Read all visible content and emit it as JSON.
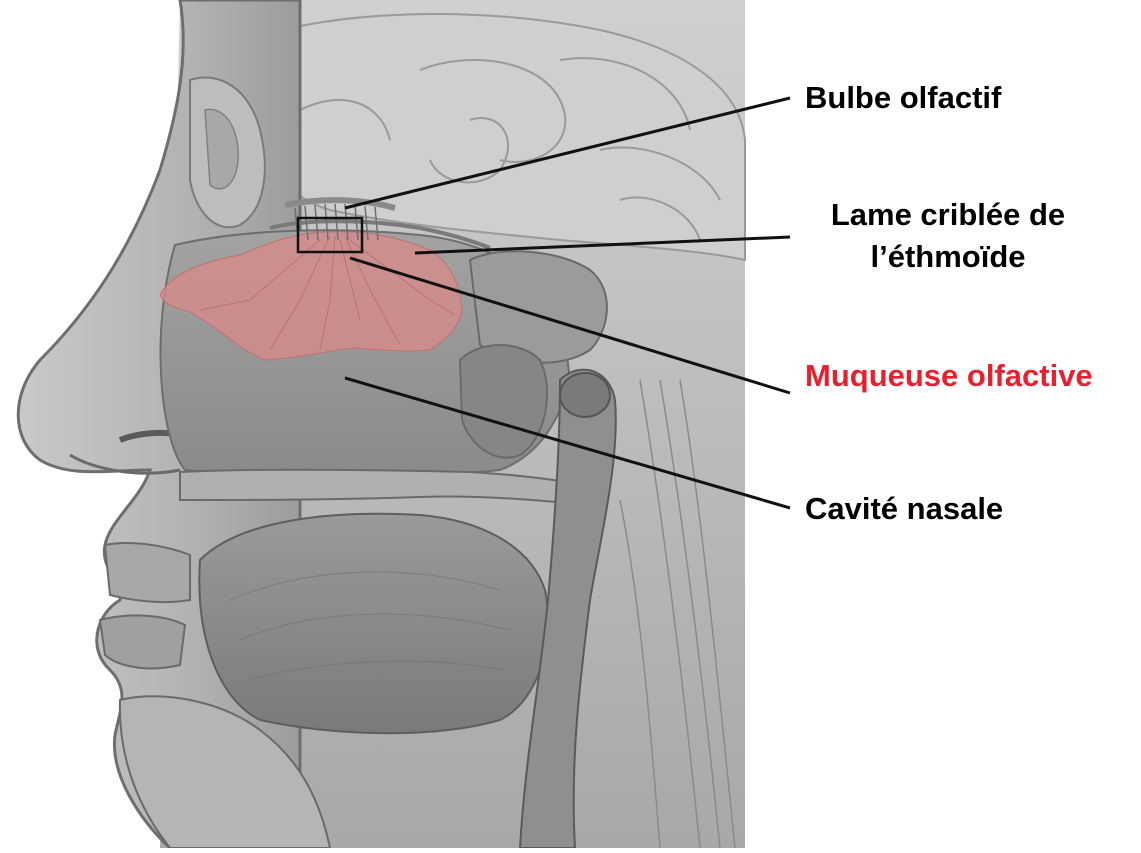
{
  "labels": {
    "bulbe": "Bulbe olfactif",
    "lame_line1": "Lame criblée de",
    "lame_line2": "l’éthmoïde",
    "muqueuse": "Muqueuse olfactive",
    "cavite": "Cavité nasale"
  },
  "colors": {
    "highlight_label": "#e8202d",
    "mucosa_fill": "#d98a8a",
    "label_text": "#000000",
    "illustration_tone": "#8e8e8e"
  },
  "icons": {
    "illustration": "sagittal-head-section-illustration",
    "inset_box": "cribriform-plate-zoom-box"
  }
}
